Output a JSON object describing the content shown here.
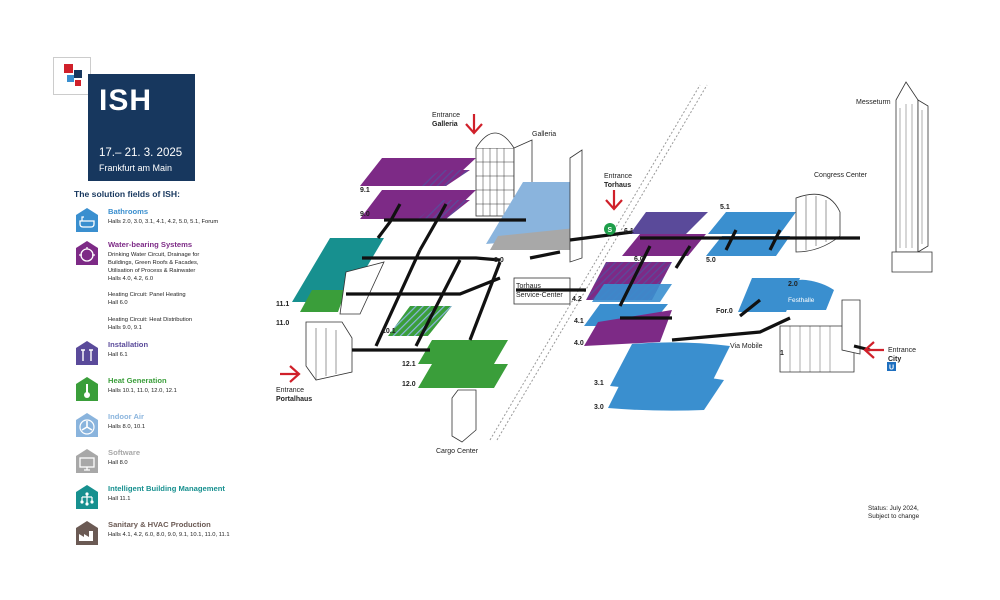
{
  "brand": {
    "title": "ISH",
    "dates": "17.– 21. 3. 2025",
    "city": "Frankfurt am Main"
  },
  "legend": {
    "title": "The solution fields of ISH:",
    "fields": [
      {
        "name": "Bathrooms",
        "color": "#3a8fcf",
        "icon": "bathtub-icon",
        "desc": "Halls 2.0, 3.0, 3.1, 4.1, 4.2, 5.0, 5.1, Forum"
      },
      {
        "name": "Water-bearing Systems",
        "color": "#7d2a86",
        "icon": "pipe-system-icon",
        "desc": "Drinking Water Circuit, Drainage for\nBuildings, Green Roofs & Facades,\nUtilisation of Process & Rainwater\nHalls 4.0, 4.2, 6.0",
        "extra": [
          {
            "title": "Heating Circuit: Panel Heating",
            "halls": "Hall 6.0"
          },
          {
            "title": "Heating Circuit: Heat Distribution",
            "halls": "Halls 9.0, 9.1"
          }
        ]
      },
      {
        "name": "Installation",
        "color": "#5a4a9a",
        "icon": "tools-icon",
        "desc": "Hall 6.1"
      },
      {
        "name": "Heat Generation",
        "color": "#3a9e3a",
        "icon": "thermometer-icon",
        "desc": "Halls 10.1, 11.0, 12.0, 12.1"
      },
      {
        "name": "Indoor Air",
        "color": "#8ab4dd",
        "icon": "fan-icon",
        "desc": "Halls 8.0, 10.1"
      },
      {
        "name": "Software",
        "color": "#a8a8a8",
        "icon": "monitor-icon",
        "desc": "Hall 8.0"
      },
      {
        "name": "Intelligent Building Management",
        "color": "#17908f",
        "icon": "network-icon",
        "desc": "Hall 11.1"
      },
      {
        "name": "Sanitary & HVAC Production",
        "color": "#6b5a54",
        "icon": "factory-icon",
        "desc": "Halls 4.1, 4.2, 6.0, 8.0, 9.0, 9.1, 10.1, 11.0, 11.1"
      }
    ]
  },
  "map": {
    "halls": {
      "h91": "9.1",
      "h90": "9.0",
      "h111": "11.1",
      "h110": "11.0",
      "h101": "10.1",
      "h121": "12.1",
      "h120": "12.0",
      "h80": "8.0",
      "h61": "6.1",
      "h60": "6.0",
      "h51": "5.1",
      "h50": "5.0",
      "h42": "4.2",
      "h41": "4.1",
      "h40": "4.0",
      "h31": "3.1",
      "h30": "3.0",
      "h20": "2.0",
      "forum": "For.0",
      "festhalle": "Festhalle",
      "h1": "1"
    },
    "places": {
      "galleria": "Galleria",
      "congress": "Congress Center",
      "messeturm": "Messeturm",
      "torhaus_sc_1": "Torhaus",
      "torhaus_sc_2": "Service-Center",
      "cargo": "Cargo Center",
      "via_mobile": "Via Mobile"
    },
    "entrances": {
      "galleria_1": "Entrance",
      "galleria_2": "Galleria",
      "torhaus_1": "Entrance",
      "torhaus_2": "Torhaus",
      "portalhaus_1": "Entrance",
      "portalhaus_2": "Portalhaus",
      "city_1": "Entrance",
      "city_2": "City"
    },
    "transit": {
      "s_bahn": "S",
      "u_bahn": "U"
    }
  },
  "status": {
    "line1": "Status: July 2024,",
    "line2": "Subject to change"
  },
  "colors": {
    "bathrooms": "#3a8fcf",
    "water": "#7d2a86",
    "installation": "#5a4a9a",
    "heat": "#3a9e3a",
    "indoor_air": "#8ab4dd",
    "software": "#a8a8a8",
    "ibm": "#17908f",
    "production": "#6b5a54",
    "navy": "#17375e",
    "entrance_arrow": "#d0202a"
  }
}
